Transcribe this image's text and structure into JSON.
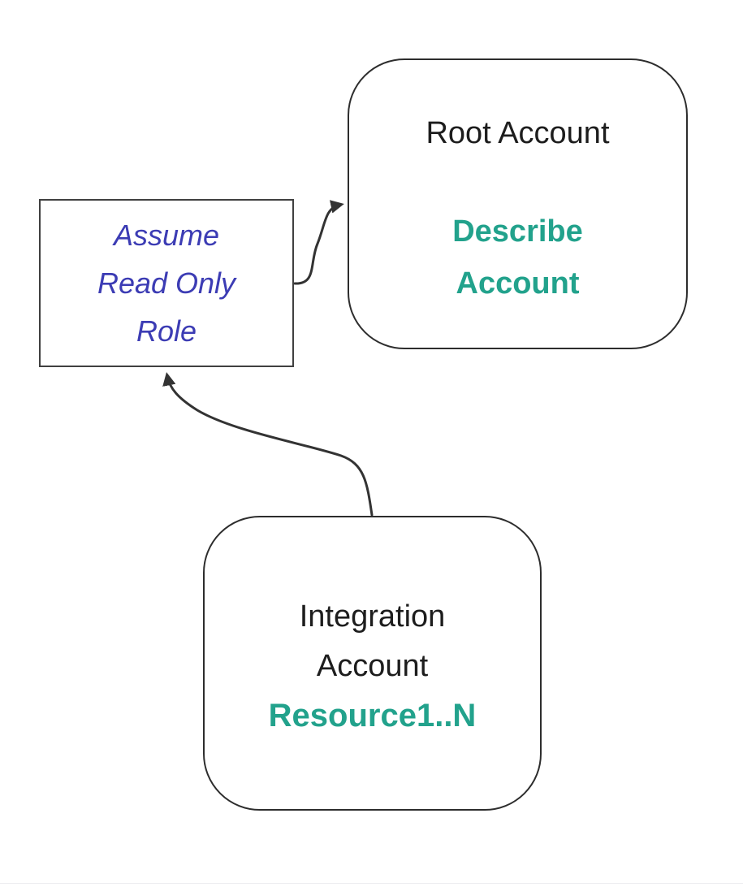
{
  "diagram": {
    "background": "#ffffff",
    "colors": {
      "accent_teal": "#22a28c",
      "accent_blue": "#3c3cb4",
      "node_stroke": "#2d2d2d",
      "arrow_stroke": "#333333",
      "text": "#1d1d1d",
      "page_edge_line": "#ececf0"
    },
    "nodes": {
      "root_account": {
        "title": "Root Account",
        "action_lines": [
          "Describe",
          "Account"
        ]
      },
      "assume_role": {
        "label_lines": [
          "Assume",
          "Read Only",
          "Role"
        ]
      },
      "integration_account": {
        "title_lines": [
          "Integration",
          "Account"
        ],
        "resources": "Resource1..N"
      }
    },
    "edges": [
      {
        "from": "assume_role",
        "to": "root_account"
      },
      {
        "from": "integration_account",
        "to": "assume_role"
      }
    ]
  }
}
